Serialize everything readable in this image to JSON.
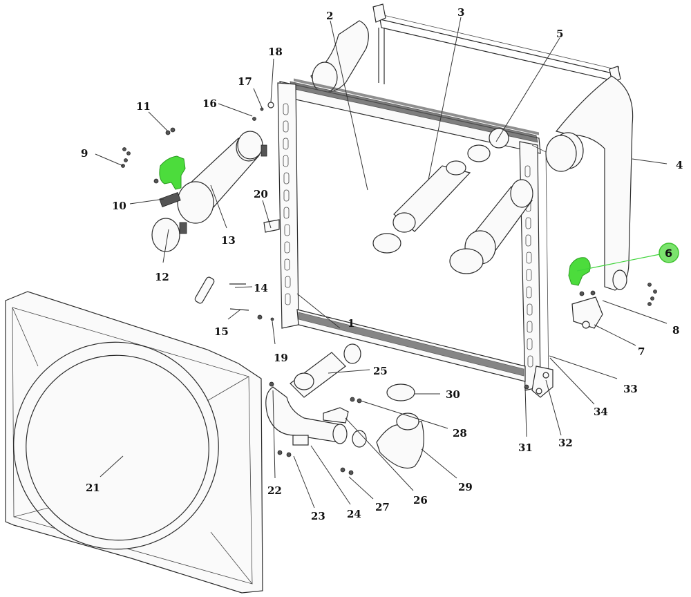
{
  "diagram": {
    "title": "Radiator / Charge Air Cooler Assembly – Exploded View",
    "highlight_color": "#4cdc3c",
    "selected_part": "6",
    "highlighted_parts": [
      "6",
      "10"
    ],
    "callouts": [
      {
        "id": "1",
        "label": "1"
      },
      {
        "id": "2",
        "label": "2"
      },
      {
        "id": "3",
        "label": "3"
      },
      {
        "id": "4",
        "label": "4"
      },
      {
        "id": "5",
        "label": "5"
      },
      {
        "id": "6",
        "label": "6"
      },
      {
        "id": "7",
        "label": "7"
      },
      {
        "id": "8",
        "label": "8"
      },
      {
        "id": "9",
        "label": "9"
      },
      {
        "id": "10",
        "label": "10"
      },
      {
        "id": "11",
        "label": "11"
      },
      {
        "id": "12",
        "label": "12"
      },
      {
        "id": "13",
        "label": "13"
      },
      {
        "id": "14",
        "label": "14"
      },
      {
        "id": "15",
        "label": "15"
      },
      {
        "id": "16",
        "label": "16"
      },
      {
        "id": "17",
        "label": "17"
      },
      {
        "id": "18",
        "label": "18"
      },
      {
        "id": "19",
        "label": "19"
      },
      {
        "id": "20",
        "label": "20"
      },
      {
        "id": "21",
        "label": "21"
      },
      {
        "id": "22",
        "label": "22"
      },
      {
        "id": "23",
        "label": "23"
      },
      {
        "id": "24",
        "label": "24"
      },
      {
        "id": "25",
        "label": "25"
      },
      {
        "id": "26",
        "label": "26"
      },
      {
        "id": "27",
        "label": "27"
      },
      {
        "id": "28",
        "label": "28"
      },
      {
        "id": "29",
        "label": "29"
      },
      {
        "id": "30",
        "label": "30"
      },
      {
        "id": "31",
        "label": "31"
      },
      {
        "id": "32",
        "label": "32"
      },
      {
        "id": "33",
        "label": "33"
      },
      {
        "id": "34",
        "label": "34"
      }
    ]
  }
}
